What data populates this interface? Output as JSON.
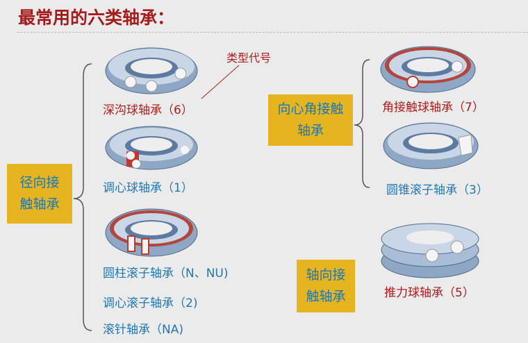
{
  "title": "最常用的六类轴承：",
  "annotation": "类型代号",
  "groups": {
    "radial": {
      "line1": "径向接",
      "line2": "触轴承"
    },
    "angular": {
      "line1": "向心角接触",
      "line2": "轴承"
    },
    "axial": {
      "line1": "轴向接",
      "line2": "触轴承"
    }
  },
  "bearings": [
    {
      "label": "深沟球轴承（6）"
    },
    {
      "label": "调心球轴承（1）"
    },
    {
      "label": "圆柱滚子轴承（N、NU)"
    },
    {
      "label": "调心滚子轴承（2)"
    },
    {
      "label": "滚针轴承（NA)"
    },
    {
      "label": "角接触球轴承（7）"
    },
    {
      "label": "圆锥滚子轴承（3）"
    },
    {
      "label": "推力球轴承（5）"
    }
  ],
  "colors": {
    "title": "#a51c1c",
    "accent_box": "#e6b41e",
    "blue_text": "#1d78b8",
    "red_text": "#b01c1c"
  }
}
